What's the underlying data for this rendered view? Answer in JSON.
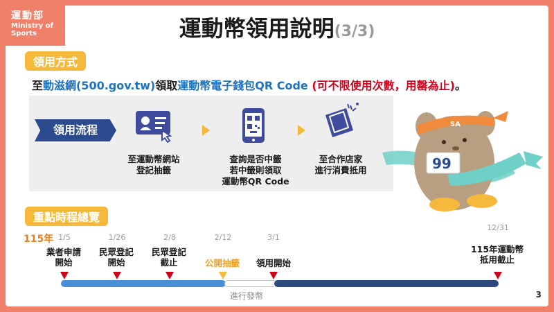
{
  "logo": {
    "line1": "運動部",
    "line2": "Ministry of Sports"
  },
  "title": {
    "main": "運動幣領用說明",
    "page": "(3/3)"
  },
  "section1": {
    "label": "領用方式"
  },
  "info": {
    "part1": "至",
    "site": "動滋網(500.gov.tw)",
    "part2": "領取",
    "wallet": "運動幣電子錢包QR Code",
    "note": " (可不限使用次數，用罄為止)",
    "end": "。"
  },
  "flow": {
    "label": "領用流程",
    "steps": [
      {
        "icon": "id-card-touch-icon",
        "lines": [
          "至運動幣網站",
          "登記抽籤"
        ]
      },
      {
        "icon": "phone-qr-icon",
        "lines": [
          "查詢是否中籤",
          "若中籤則領取",
          "運動幣QR Code"
        ]
      },
      {
        "icon": "ticket-icon",
        "lines": [
          "至合作店家",
          "進行消費抵用"
        ]
      }
    ]
  },
  "mascot": {
    "bib": "99",
    "headband": "SA"
  },
  "section2": {
    "label": "重點時程總覽"
  },
  "timeline": {
    "year": "115年",
    "dates": [
      "1/5",
      "1/26",
      "2/8",
      "2/12",
      "3/1",
      "12/31"
    ],
    "events": [
      [
        "業者申請",
        "開始"
      ],
      [
        "民眾登記",
        "開始"
      ],
      [
        "民眾登記",
        "截止"
      ],
      [
        "公開抽籤"
      ],
      [
        "領用開始"
      ],
      [
        "115年運動幣",
        "抵用截止"
      ]
    ],
    "issue_label": "進行發幣"
  },
  "colors": {
    "accent": "#f6b93b",
    "brand": "#f0806a",
    "navy": "#2c4a8e",
    "blue": "#1e73be",
    "red": "#d0021b",
    "lightblue": "#4a8ed8",
    "orange": "#e67e22"
  },
  "page_number": "3"
}
